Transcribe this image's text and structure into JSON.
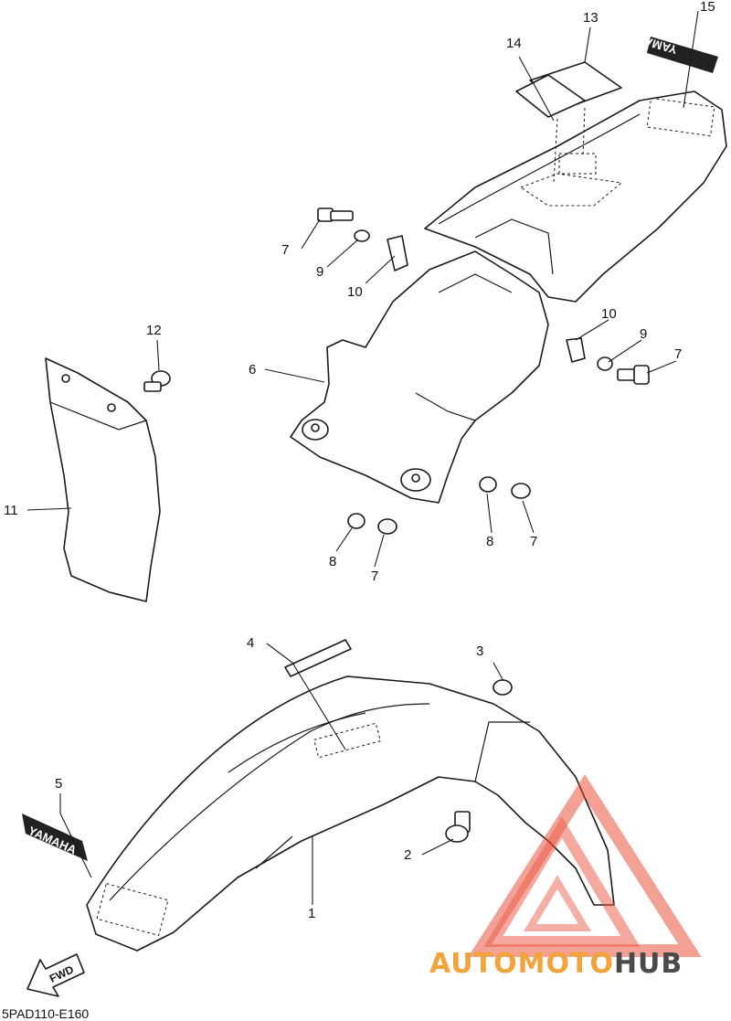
{
  "diagram_code": "5PAD110-E160",
  "callouts": {
    "c1": "1",
    "c2": "2",
    "c3": "3",
    "c4": "4",
    "c5": "5",
    "c6": "6",
    "c7a": "7",
    "c7b": "7",
    "c7c": "7",
    "c7d": "7",
    "c8a": "8",
    "c8b": "8",
    "c9a": "9",
    "c9b": "9",
    "c10a": "10",
    "c10b": "10",
    "c11": "11",
    "c12": "12",
    "c13": "13",
    "c14": "14",
    "c15": "15"
  },
  "decals": {
    "front_decal": "YAMAHA",
    "rear_decal": "YAMAHA"
  },
  "fwd_label": "FWD",
  "watermark": {
    "auto": "AUTO",
    "moto": "MOTO",
    "hub": "HUB"
  },
  "colors": {
    "watermark_red": "#e8452f",
    "watermark_orange": "#f2a33a",
    "watermark_gray": "#4a4a4a"
  }
}
